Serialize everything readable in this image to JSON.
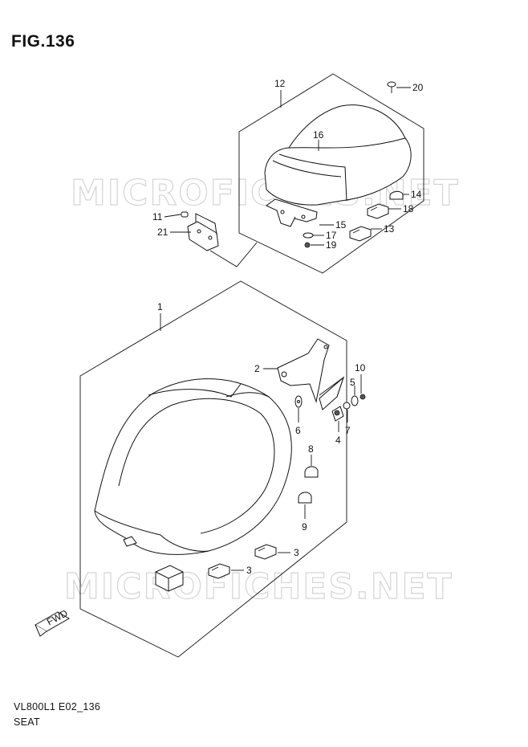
{
  "figure": {
    "title": "FIG.136",
    "code": "VL800L1 E02_136",
    "name": "SEAT"
  },
  "watermark": "MICROFICHES.NET",
  "fwd_label": "FWD",
  "callouts": {
    "c1": "1",
    "c2": "2",
    "c3a": "3",
    "c3b": "3",
    "c4": "4",
    "c5": "5",
    "c6": "6",
    "c7": "7",
    "c8": "8",
    "c9": "9",
    "c10": "10",
    "c11": "11",
    "c12": "12",
    "c13": "13",
    "c14": "14",
    "c15": "15",
    "c16": "16",
    "c17": "17",
    "c18": "18",
    "c19": "19",
    "c20": "20",
    "c21": "21"
  }
}
